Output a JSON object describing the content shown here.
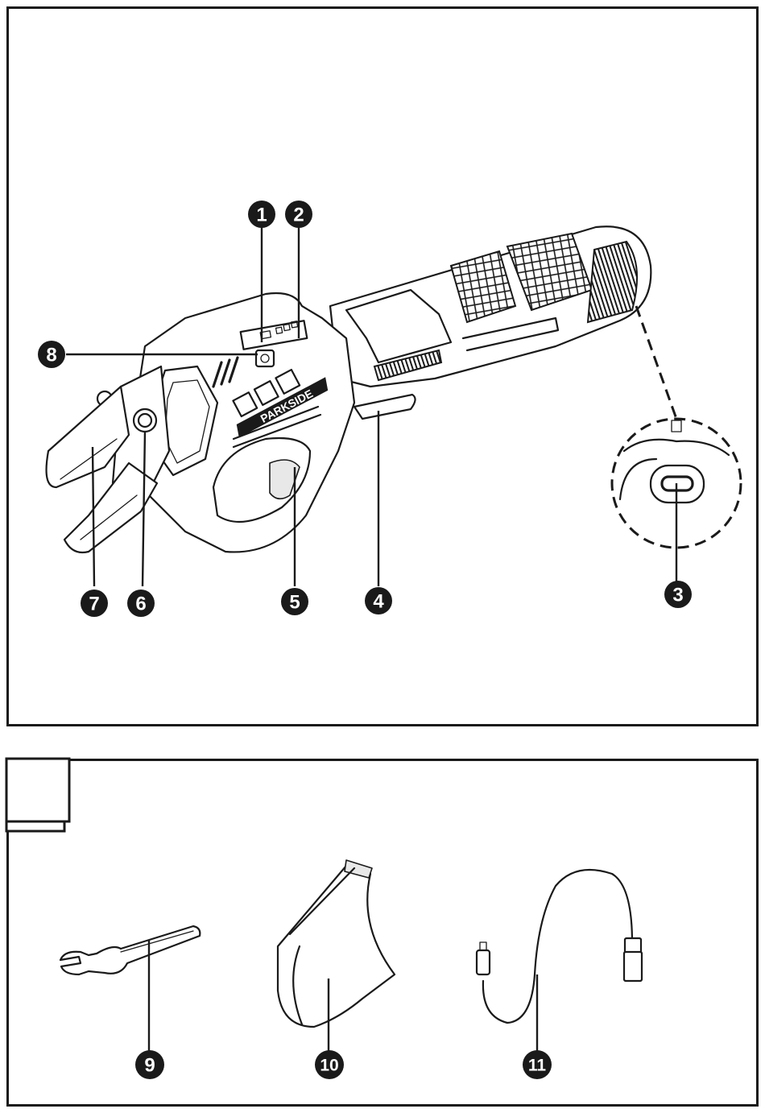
{
  "figure_a": {
    "brand_text": "PARKSIDE",
    "callouts": [
      "1",
      "2",
      "3",
      "4",
      "5",
      "6",
      "7",
      "8"
    ]
  },
  "figure_b": {
    "callouts": [
      "9",
      "10",
      "11"
    ]
  },
  "colors": {
    "ink": "#1a1a1a",
    "paper": "#ffffff"
  }
}
